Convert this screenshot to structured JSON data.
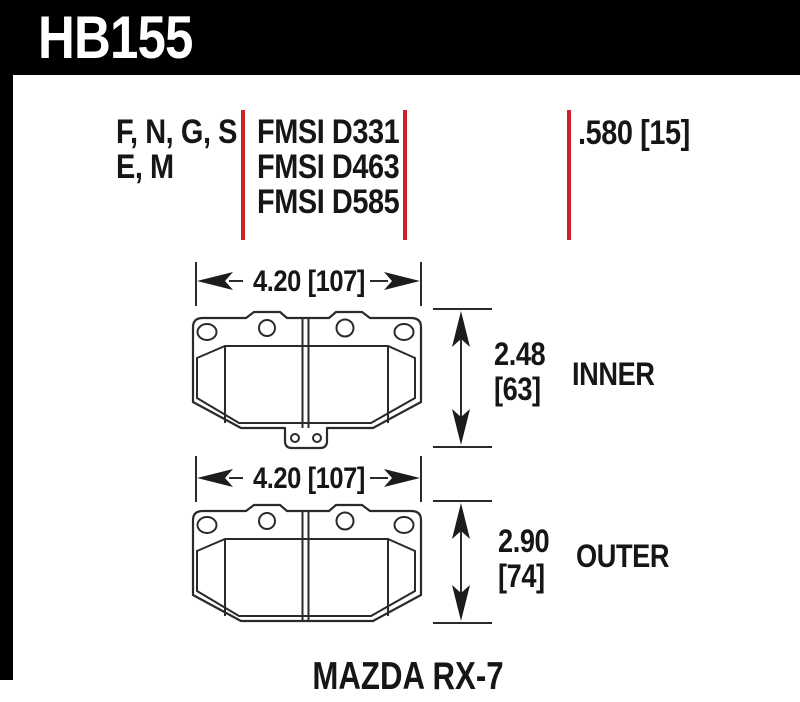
{
  "header": {
    "part_number": "HB155"
  },
  "colors": {
    "accent_red": "#cc2128",
    "ink": "#161616",
    "header_bg": "#000000"
  },
  "spec_table": {
    "compound_rows": [
      "F, N, G, S",
      "E, M"
    ],
    "fmsi_rows": [
      "FMSI D331",
      "FMSI D463",
      "FMSI D585"
    ],
    "thickness": ".580 [15]"
  },
  "diagrams": {
    "inner": {
      "width": "4.20 [107]",
      "height_in": "2.48",
      "height_mm": "[63]",
      "label": "INNER"
    },
    "outer": {
      "width": "4.20 [107]",
      "height_in": "2.90",
      "height_mm": "[74]",
      "label": "OUTER"
    }
  },
  "application": "MAZDA RX-7"
}
